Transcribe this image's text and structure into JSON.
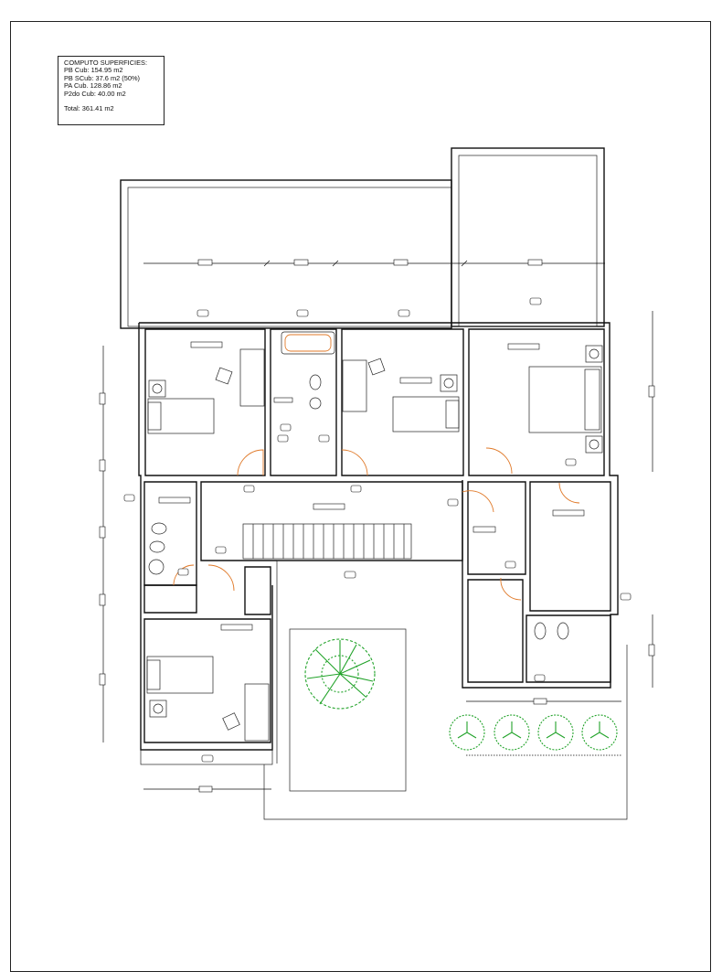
{
  "legend": {
    "title": "COMPUTO SUPERFICIES:",
    "rows": [
      "PB Cub:  154.95 m2",
      "PB SCub: 37.6    m2 (50%)",
      "PA Cub.  128.86 m2",
      "P2do Cub: 40.00  m2"
    ],
    "total": "Total: 361.41 m2"
  },
  "plan": {
    "wall_color": "#111111",
    "door_color": "#e07a2a",
    "tree_color": "#22a32a",
    "icons": [
      "bed-icon",
      "chair-icon",
      "bathtub-icon",
      "toilet-icon",
      "bidet-icon",
      "sink-icon",
      "staircase-icon",
      "tree-icon",
      "shrub-icon"
    ]
  }
}
